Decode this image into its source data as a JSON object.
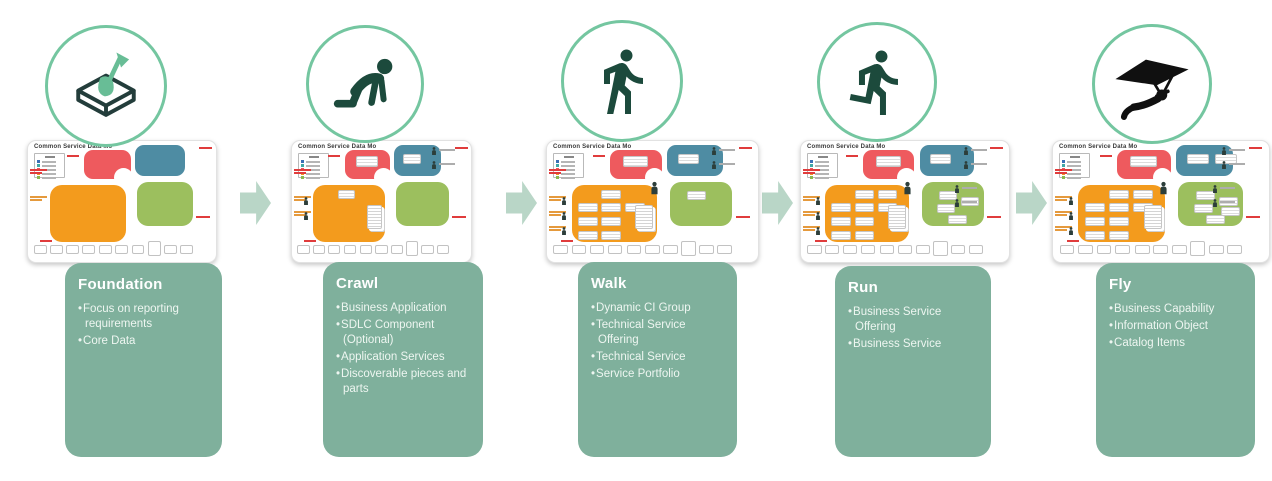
{
  "thumbnail_title": "Common Service Data Mo",
  "arrow_icon": "right-arrow-icon",
  "colors": {
    "card": "#7fb09c",
    "arrow": "#b9d6c7",
    "circle_ring": "#74c6a0",
    "icon_dark": "#1c4a3c",
    "icon_black": "#101010",
    "shovel_green": "#68bd96",
    "blob_red": "#ee5a5e",
    "blob_teal": "#4e8ca3",
    "blob_orange": "#f39b1d",
    "blob_green": "#9cbf5e",
    "tiny_label_red": "#e03c3c",
    "tiny_label_orange": "#e59a3d",
    "legend_swatches": [
      "#3b6fb5",
      "#41a7a5",
      "#e8555d",
      "#f0961e",
      "#8ab84f"
    ]
  },
  "stages": [
    {
      "name": "Foundation",
      "icon": "shovel-box-icon",
      "bullets": [
        "Focus on reporting requirements",
        "Core Data"
      ],
      "mini": {
        "red_boxes": 0,
        "teal_boxes": 0,
        "orange_boxes": 0,
        "green_boxes": 0,
        "doc": false,
        "center_person": false,
        "left_persons": 0,
        "right_top_persons": 0,
        "right_bottom_persons": 0,
        "left_labels": 2
      }
    },
    {
      "name": "Crawl",
      "icon": "crawling-person-icon",
      "bullets": [
        "Business Application",
        "SDLC Component (Optional)",
        "Application Services",
        "Discoverable pieces and parts"
      ],
      "mini": {
        "red_boxes": 1,
        "teal_boxes": 1,
        "orange_boxes": 1,
        "green_boxes": 0,
        "doc": true,
        "center_person": false,
        "left_persons": 2,
        "right_top_persons": 2,
        "right_bottom_persons": 0,
        "left_labels": 3
      }
    },
    {
      "name": "Walk",
      "icon": "walking-person-icon",
      "bullets": [
        "Dynamic CI Group",
        "Technical Service Offering",
        "Technical Service",
        "Service Portfolio"
      ],
      "mini": {
        "red_boxes": 1,
        "teal_boxes": 1,
        "orange_boxes": 8,
        "green_boxes": 1,
        "doc": true,
        "center_person": true,
        "left_persons": 3,
        "right_top_persons": 2,
        "right_bottom_persons": 0,
        "left_labels": 4
      }
    },
    {
      "name": "Run",
      "icon": "running-person-icon",
      "bullets": [
        "Business Service Offering",
        "Business Service"
      ],
      "mini": {
        "red_boxes": 1,
        "teal_boxes": 1,
        "orange_boxes": 9,
        "green_boxes": 4,
        "doc": true,
        "center_person": true,
        "left_persons": 3,
        "right_top_persons": 2,
        "right_bottom_persons": 2,
        "left_labels": 4
      }
    },
    {
      "name": "Fly",
      "icon": "hang-glider-icon",
      "bullets": [
        "Business Capability",
        "Information Object",
        "Catalog Items"
      ],
      "mini": {
        "red_boxes": 1,
        "teal_boxes": 2,
        "orange_boxes": 9,
        "green_boxes": 5,
        "doc": true,
        "center_person": true,
        "left_persons": 3,
        "right_top_persons": 2,
        "right_bottom_persons": 2,
        "left_labels": 4
      }
    }
  ]
}
